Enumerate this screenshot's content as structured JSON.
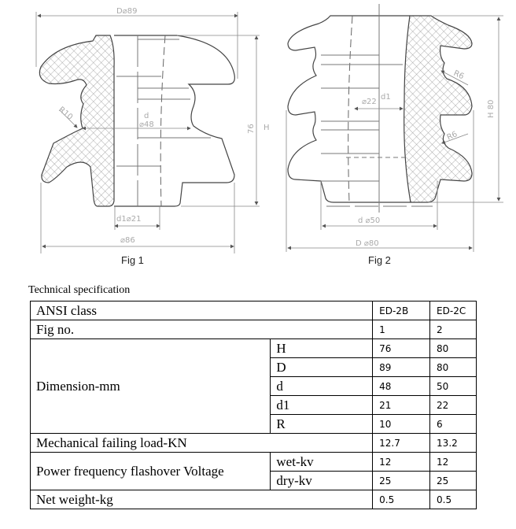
{
  "figures": {
    "fig1": {
      "caption": "Fig 1",
      "labels": {
        "D": "D⌀89",
        "H": "76",
        "d_name": "d",
        "d": "⌀48",
        "d1": "d1⌀21",
        "base": "⌀86",
        "R": "R10",
        "Hside": "H"
      }
    },
    "fig2": {
      "caption": "Fig 2",
      "labels": {
        "H": "H 80",
        "d": "d ⌀50",
        "D": "D ⌀80",
        "d1": "⌀22",
        "d1_name": "d1",
        "R_top": "R6",
        "R_bottom": "R6"
      }
    }
  },
  "spec": {
    "caption": "Technical specification",
    "rows": {
      "ansi": {
        "label": "ANSI class",
        "ed2b": "ED-2B",
        "ed2c": "ED-2C"
      },
      "fig": {
        "label": "Fig no.",
        "ed2b": "1",
        "ed2c": "2"
      },
      "dimension": {
        "label": "Dimension-mm",
        "sub": [
          {
            "label": "H",
            "ed2b": "76",
            "ed2c": "80"
          },
          {
            "label": "D",
            "ed2b": "89",
            "ed2c": "80"
          },
          {
            "label": "d",
            "ed2b": "48",
            "ed2c": "50"
          },
          {
            "label": "d1",
            "ed2b": "21",
            "ed2c": "22"
          },
          {
            "label": "R",
            "ed2b": "10",
            "ed2c": "6"
          }
        ]
      },
      "mech": {
        "label": "Mechanical failing load-KN",
        "ed2b": "12.7",
        "ed2c": "13.2"
      },
      "flashover": {
        "label": "Power frequency flashover Voltage",
        "sub": [
          {
            "label": "wet-kv",
            "ed2b": "12",
            "ed2c": "12"
          },
          {
            "label": "dry-kv",
            "ed2b": "25",
            "ed2c": "25"
          }
        ]
      },
      "weight": {
        "label": "Net weight-kg",
        "ed2b": "0.5",
        "ed2c": "0.5"
      }
    }
  }
}
